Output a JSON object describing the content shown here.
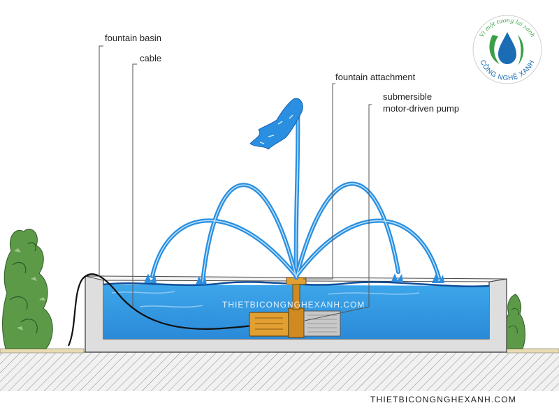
{
  "labels": {
    "fountain_basin": "fountain basin",
    "cable": "cable",
    "fountain_attachment": "fountain attachment",
    "pump_line1": "submersible",
    "pump_line2": "motor-driven pump"
  },
  "watermark": {
    "center": "THIETBICONGNGHEXANH.COM",
    "bottom": "THIETBICONGNGHEXANH.COM"
  },
  "logo": {
    "top_text": "Vì một tương lai xanh",
    "bottom_text": "CÔNG NGHỆ XANH"
  },
  "colors": {
    "water": "#2f9be0",
    "water_deep": "#1e6fc0",
    "jet": "#2a8fe0",
    "concrete": "#d8d8d8",
    "pump": "#e0a030",
    "foliage": "#4a8a3a",
    "logo_green": "#3aa048",
    "logo_blue": "#1a6db5"
  }
}
